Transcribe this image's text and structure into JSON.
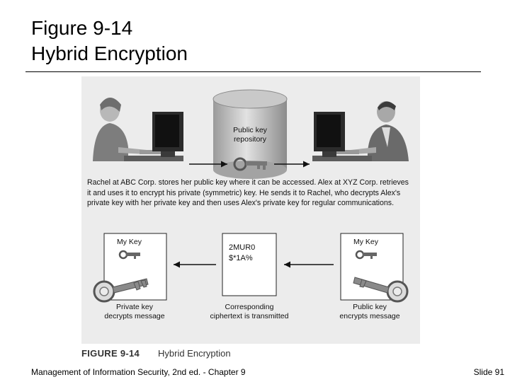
{
  "slide": {
    "title_line1": "Figure 9-14",
    "title_line2": "Hybrid Encryption"
  },
  "figure": {
    "repository_line1": "Public key",
    "repository_line2": "repository",
    "description": "Rachel at ABC Corp. stores her public key where it can be accessed. Alex at XYZ Corp. retrieves it and uses it to encrypt his private (symmetric) key. He sends it to Rachel, who decrypts Alex's private key with her private key and then uses Alex's private key for regular communications.",
    "left_box_label": "My Key",
    "right_box_label": "My Key",
    "ciphertext_line1": "2MUR0",
    "ciphertext_line2": "$*1A%",
    "left_caption_line1": "Private key",
    "left_caption_line2": "decrypts message",
    "center_caption_line1": "Corresponding",
    "center_caption_line2": "ciphertext is transmitted",
    "right_caption_line1": "Public key",
    "right_caption_line2": "encrypts message",
    "caption_number": "FIGURE 9-14",
    "caption_name": "Hybrid Encryption"
  },
  "footer": {
    "left": "Management of Information Security, 2nd ed. - Chapter 9",
    "right": "Slide 91"
  }
}
